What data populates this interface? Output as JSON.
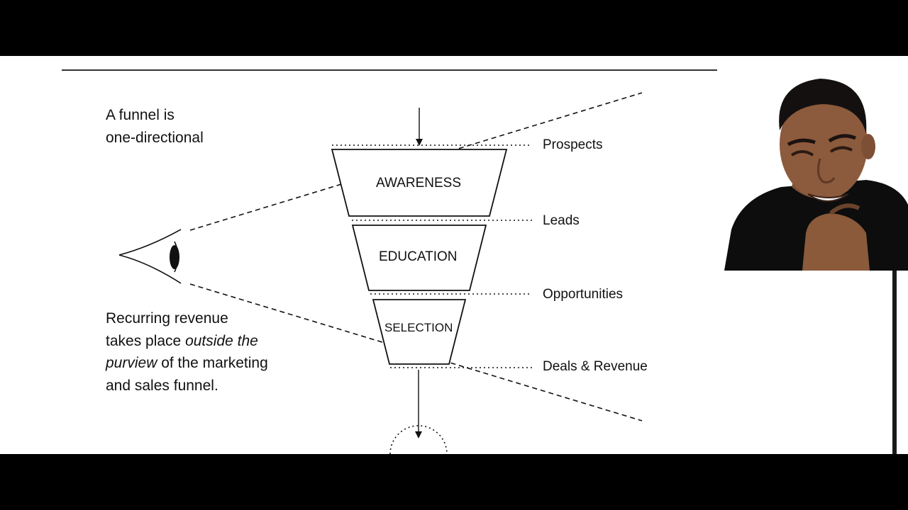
{
  "text_blocks": {
    "one_directional": {
      "line1": "A funnel is",
      "line2": "one-directional"
    },
    "recurring": {
      "line1": "Recurring revenue",
      "line2_a": "takes place ",
      "line2_em": "outside the",
      "line3_em": "purview",
      "line3_b": " of the marketing",
      "line4": "and sales funnel."
    }
  },
  "funnel": {
    "stages": [
      {
        "label": "AWARENESS"
      },
      {
        "label": "EDUCATION"
      },
      {
        "label": "SELECTION"
      }
    ],
    "levels": [
      {
        "label": "Prospects"
      },
      {
        "label": "Leads"
      },
      {
        "label": "Opportunities"
      },
      {
        "label": "Deals & Revenue"
      }
    ]
  },
  "colors": {
    "background": "#ffffff",
    "ink": "#111111",
    "letterbox": "#000000"
  },
  "icons": {
    "eye": "eye-icon"
  }
}
